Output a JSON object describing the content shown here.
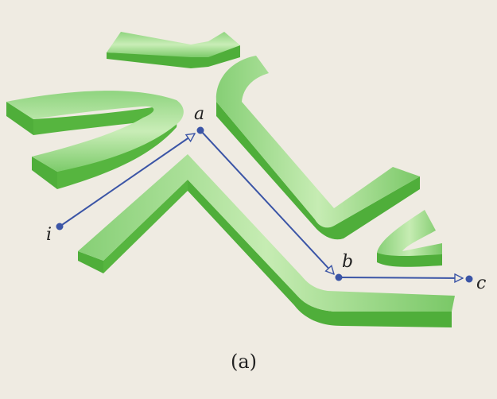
{
  "colors": {
    "background": "#efebe2",
    "wall_top_light": "#b9e7a4",
    "wall_top_mid": "#86d27a",
    "wall_side": "#56b53f",
    "wall_side_dark": "#3f9a2f",
    "path": "#3b55a6"
  },
  "points": {
    "i": "i",
    "a": "a",
    "b": "b",
    "c": "c"
  },
  "caption": "(a)"
}
